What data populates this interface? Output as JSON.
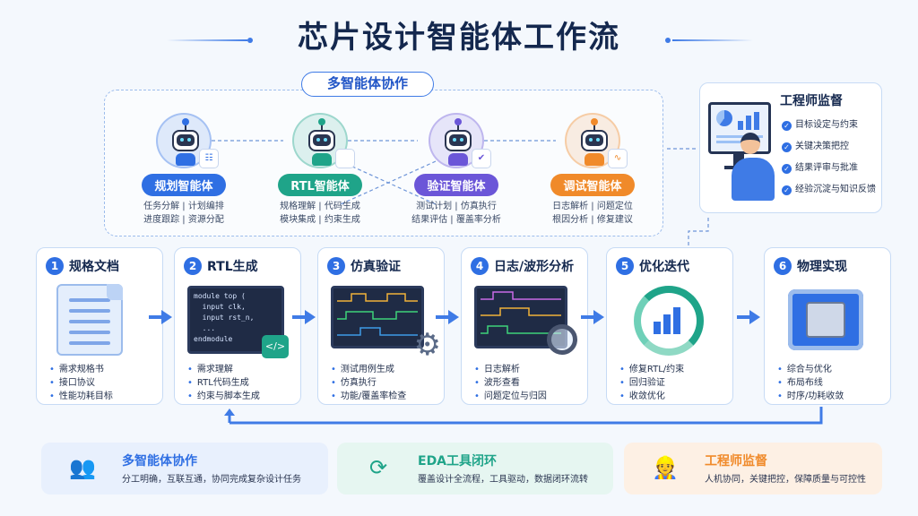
{
  "title": "芯片设计智能体工作流",
  "collab": {
    "title": "多智能体协作",
    "agents": [
      {
        "name": "规划智能体",
        "line1": "任务分解 | 计划编排",
        "line2": "进度跟踪 | 资源分配",
        "color": "#2f6fe3",
        "badge": "flow-icon"
      },
      {
        "name": "RTL智能体",
        "line1": "规格理解 | 代码生成",
        "line2": "模块集成 | 约束生成",
        "color": "#1fa489",
        "badge": "code-icon"
      },
      {
        "name": "验证智能体",
        "line1": "测试计划 | 仿真执行",
        "line2": "结果评估 | 覆盖率分析",
        "color": "#6b56d8",
        "badge": "shield-check-icon"
      },
      {
        "name": "调试智能体",
        "line1": "日志解析 | 问题定位",
        "line2": "根因分析 | 修复建议",
        "color": "#f08a2a",
        "badge": "waveform-icon"
      }
    ]
  },
  "engineer": {
    "title": "工程师监督",
    "items": [
      "目标设定与约束",
      "关键决策把控",
      "结果评审与批准",
      "经验沉淀与知识反馈"
    ]
  },
  "steps": [
    {
      "num": "1",
      "title": "规格文档",
      "bullets": [
        "需求规格书",
        "接口协议",
        "性能功耗目标"
      ],
      "visual": "document-icon"
    },
    {
      "num": "2",
      "title": "RTL生成",
      "bullets": [
        "需求理解",
        "RTL代码生成",
        "约束与脚本生成"
      ],
      "visual": "code-screen",
      "code": [
        "module top (",
        "  input clk,",
        "  input rst_n,",
        "  ...",
        "endmodule"
      ]
    },
    {
      "num": "3",
      "title": "仿真验证",
      "bullets": [
        "测试用例生成",
        "仿真执行",
        "功能/覆盖率检查"
      ],
      "visual": "waveform-monitor"
    },
    {
      "num": "4",
      "title": "日志/波形分析",
      "bullets": [
        "日志解析",
        "波形查看",
        "问题定位与归因"
      ],
      "visual": "waveform-magnifier"
    },
    {
      "num": "5",
      "title": "优化迭代",
      "bullets": [
        "修复RTL/约束",
        "回归验证",
        "收敛优化"
      ],
      "visual": "cycle-chart-icon"
    },
    {
      "num": "6",
      "title": "物理实现",
      "bullets": [
        "综合与优化",
        "布局布线",
        "时序/功耗收敛"
      ],
      "visual": "chip-icon"
    }
  ],
  "features": [
    {
      "title": "多智能体协作",
      "desc": "分工明确，互联互通，协同完成复杂设计任务",
      "color": "#2f6fe3",
      "bg": "#e8f0fd",
      "icon": "team-icon"
    },
    {
      "title": "EDA工具闭环",
      "desc": "覆盖设计全流程，工具驱动，数据闭环流转",
      "color": "#1fa489",
      "bg": "#e6f6f1",
      "icon": "loop-icon"
    },
    {
      "title": "工程师监督",
      "desc": "人机协同，关键把控，保障质量与可控性",
      "color": "#f08a2a",
      "bg": "#fdf0e4",
      "icon": "engineer-shield-icon"
    }
  ]
}
